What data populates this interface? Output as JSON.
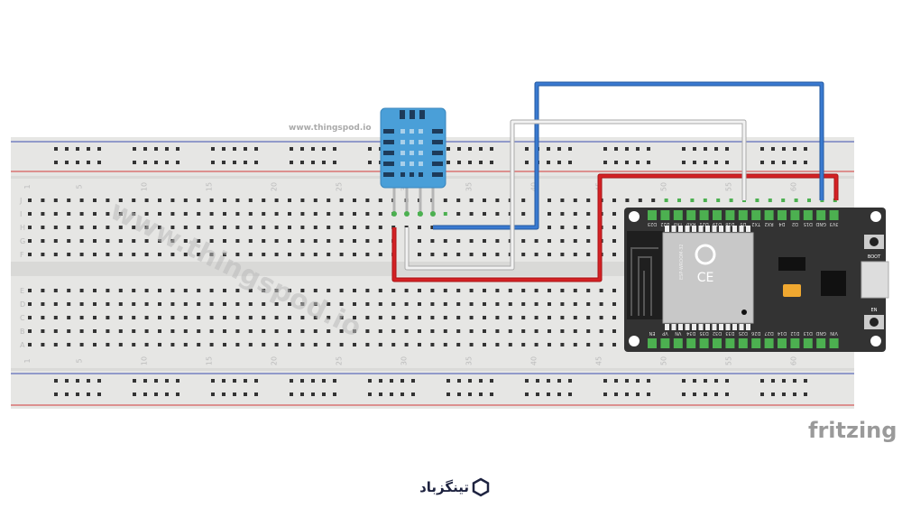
{
  "header": {
    "site_text": "www.thingspod.io"
  },
  "watermark": {
    "text": "www.thingspod.io"
  },
  "breadboard": {
    "column_labels": [
      "1",
      "5",
      "10",
      "15",
      "20",
      "25",
      "30",
      "35",
      "40",
      "45",
      "50",
      "55",
      "60"
    ],
    "row_labels_top": [
      "J",
      "I",
      "H",
      "G",
      "F"
    ],
    "row_labels_bottom": [
      "E",
      "D",
      "C",
      "B",
      "A"
    ]
  },
  "esp32": {
    "top_pins": [
      "D23",
      "D22",
      "TX0",
      "RX0",
      "D21",
      "D19",
      "D18",
      "D5",
      "TX2",
      "RX2",
      "D4",
      "D2",
      "D15",
      "GND",
      "3V3"
    ],
    "bottom_pins": [
      "EN",
      "VP",
      "VN",
      "D34",
      "D35",
      "D32",
      "D33",
      "D25",
      "D26",
      "D27",
      "D14",
      "D12",
      "D13",
      "GND",
      "VIN"
    ],
    "module_label": "ESP-WROOM-32",
    "boot_label": "BOOT",
    "en_label": "EN"
  },
  "wires": {
    "red": "#c8191b",
    "blue": "#2f6fc4",
    "white": "#e8e8e8"
  },
  "colors": {
    "breadboard": "#e6e6e4",
    "sensor": "#4a9fd8",
    "board": "#333333",
    "pin_green": "#4cb050"
  },
  "footer": {
    "fritzing_logo": "fritzing",
    "brand_logo": "تینگزباد"
  }
}
